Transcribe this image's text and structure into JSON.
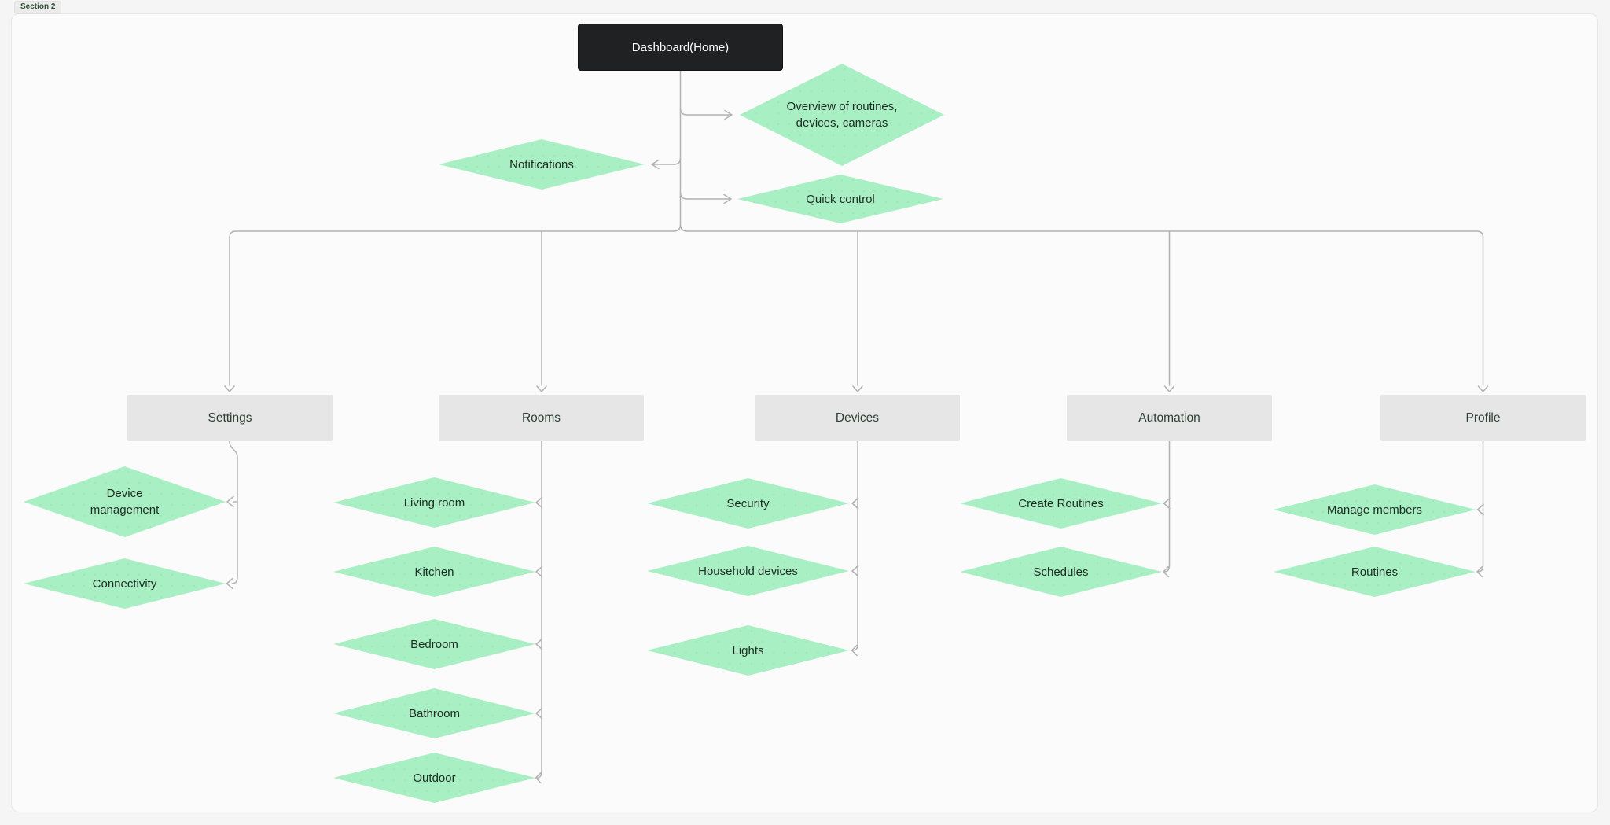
{
  "section_label": "Section 2",
  "colors": {
    "diamond_green": "#a9efc4",
    "box_gray": "#e6e6e6",
    "root_dark": "#1f2122",
    "connector_gray": "#b2b2b2",
    "canvas_bg": "#fbfbfb",
    "page_bg": "#f5f5f5"
  },
  "root": {
    "label": "Dashboard(Home)"
  },
  "dashboard_children": {
    "overview": "Overview of routines, devices, cameras",
    "notifications": "Notifications",
    "quick_control": "Quick control"
  },
  "columns": [
    {
      "label": "Settings",
      "children": [
        "Device management",
        "Connectivity"
      ]
    },
    {
      "label": "Rooms",
      "children": [
        "Living room",
        "Kitchen",
        "Bedroom",
        "Bathroom",
        "Outdoor"
      ]
    },
    {
      "label": "Devices",
      "children": [
        "Security",
        "Household devices",
        "Lights"
      ]
    },
    {
      "label": "Automation",
      "children": [
        "Create Routines",
        "Schedules"
      ]
    },
    {
      "label": "Profile",
      "children": [
        "Manage members",
        "Routines"
      ]
    }
  ]
}
